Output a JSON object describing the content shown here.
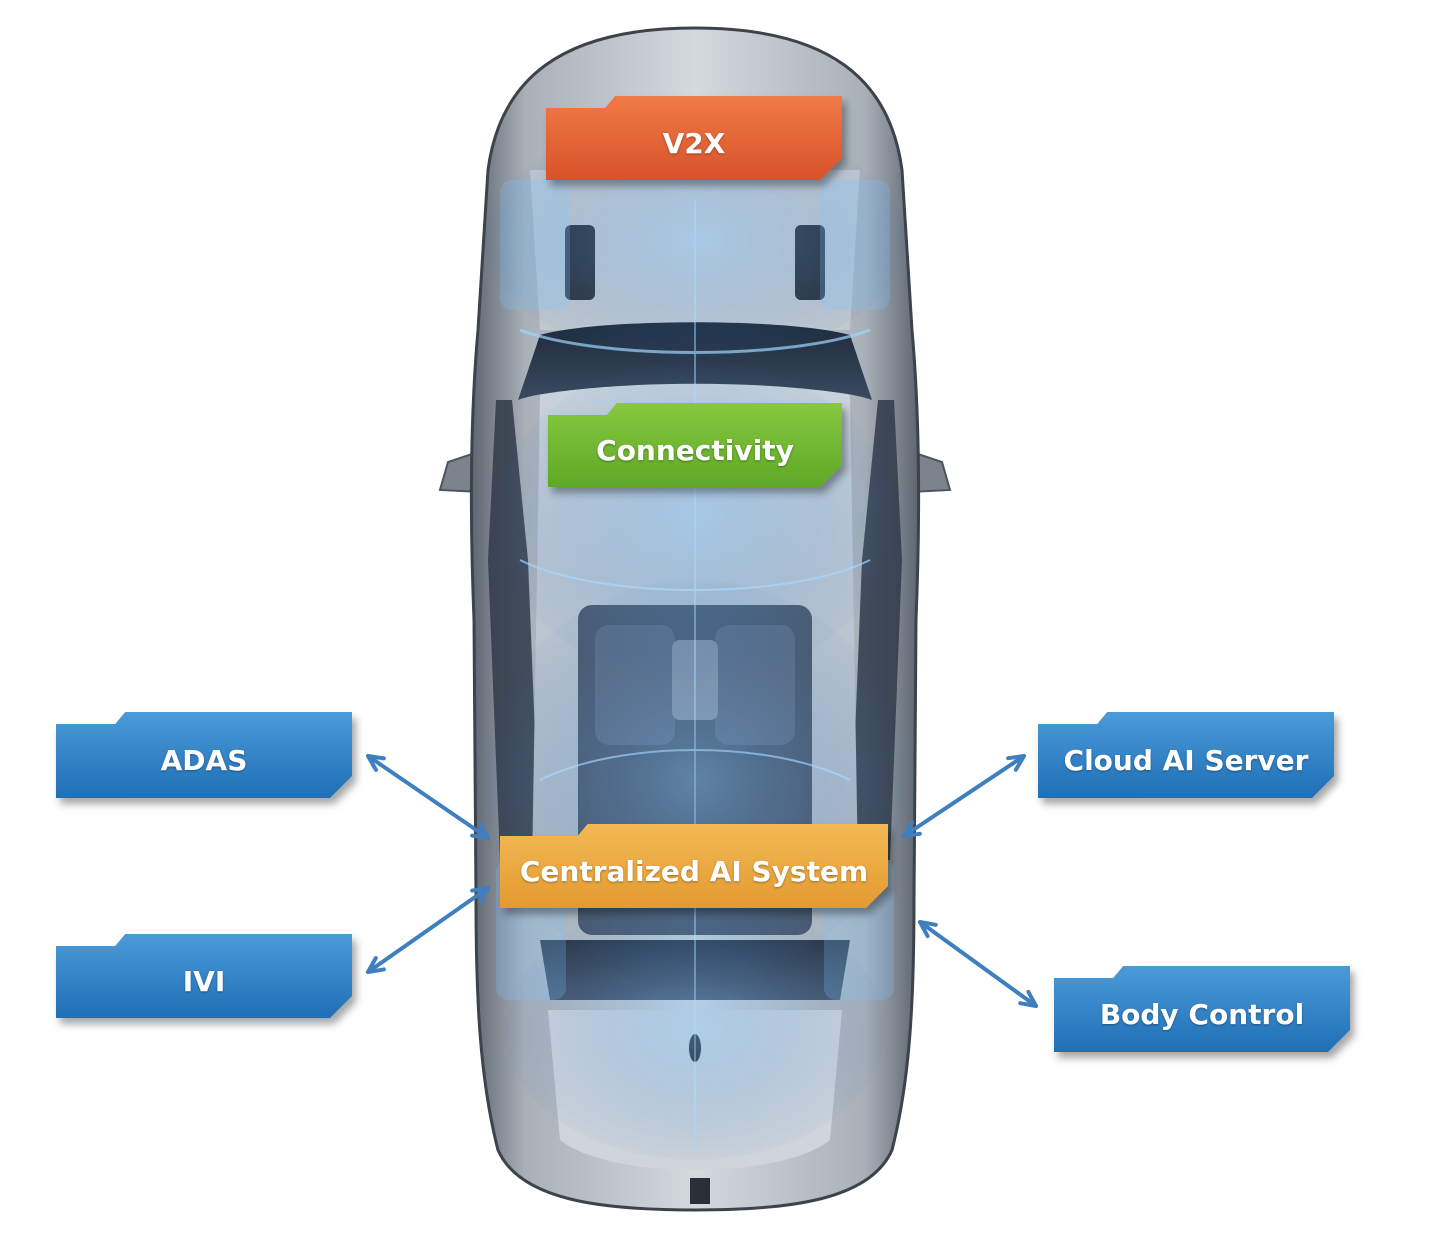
{
  "diagram": {
    "nodes": [
      {
        "id": "v2x",
        "label": "V2X",
        "color": "#d9522a",
        "color_light": "#f07a45",
        "kind": "on-vehicle"
      },
      {
        "id": "connectivity",
        "label": "Connectivity",
        "color": "#5fa826",
        "color_light": "#86c83f",
        "kind": "on-vehicle"
      },
      {
        "id": "centralized_ai",
        "label": "Centralized AI System",
        "color": "#e39a30",
        "color_light": "#f3b955",
        "kind": "hub"
      },
      {
        "id": "adas",
        "label": "ADAS",
        "color": "#1f6fb6",
        "color_light": "#4b9ad8",
        "kind": "satellite"
      },
      {
        "id": "ivi",
        "label": "IVI",
        "color": "#1f6fb6",
        "color_light": "#4b9ad8",
        "kind": "satellite"
      },
      {
        "id": "cloud_ai_server",
        "label": "Cloud AI Server",
        "color": "#1f6fb6",
        "color_light": "#4b9ad8",
        "kind": "satellite"
      },
      {
        "id": "body_control",
        "label": "Body Control",
        "color": "#1f6fb6",
        "color_light": "#4b9ad8",
        "kind": "satellite"
      }
    ],
    "edges": [
      {
        "from": "centralized_ai",
        "to": "adas",
        "type": "bidirectional"
      },
      {
        "from": "centralized_ai",
        "to": "ivi",
        "type": "bidirectional"
      },
      {
        "from": "centralized_ai",
        "to": "cloud_ai_server",
        "type": "bidirectional"
      },
      {
        "from": "centralized_ai",
        "to": "body_control",
        "type": "bidirectional"
      }
    ],
    "colors": {
      "arrow": "#3f7fc0",
      "car_body": "#8e959d",
      "xray_overlay": "#6fb3ea"
    },
    "vehicle_image": "car-top-view-xray-icon"
  }
}
